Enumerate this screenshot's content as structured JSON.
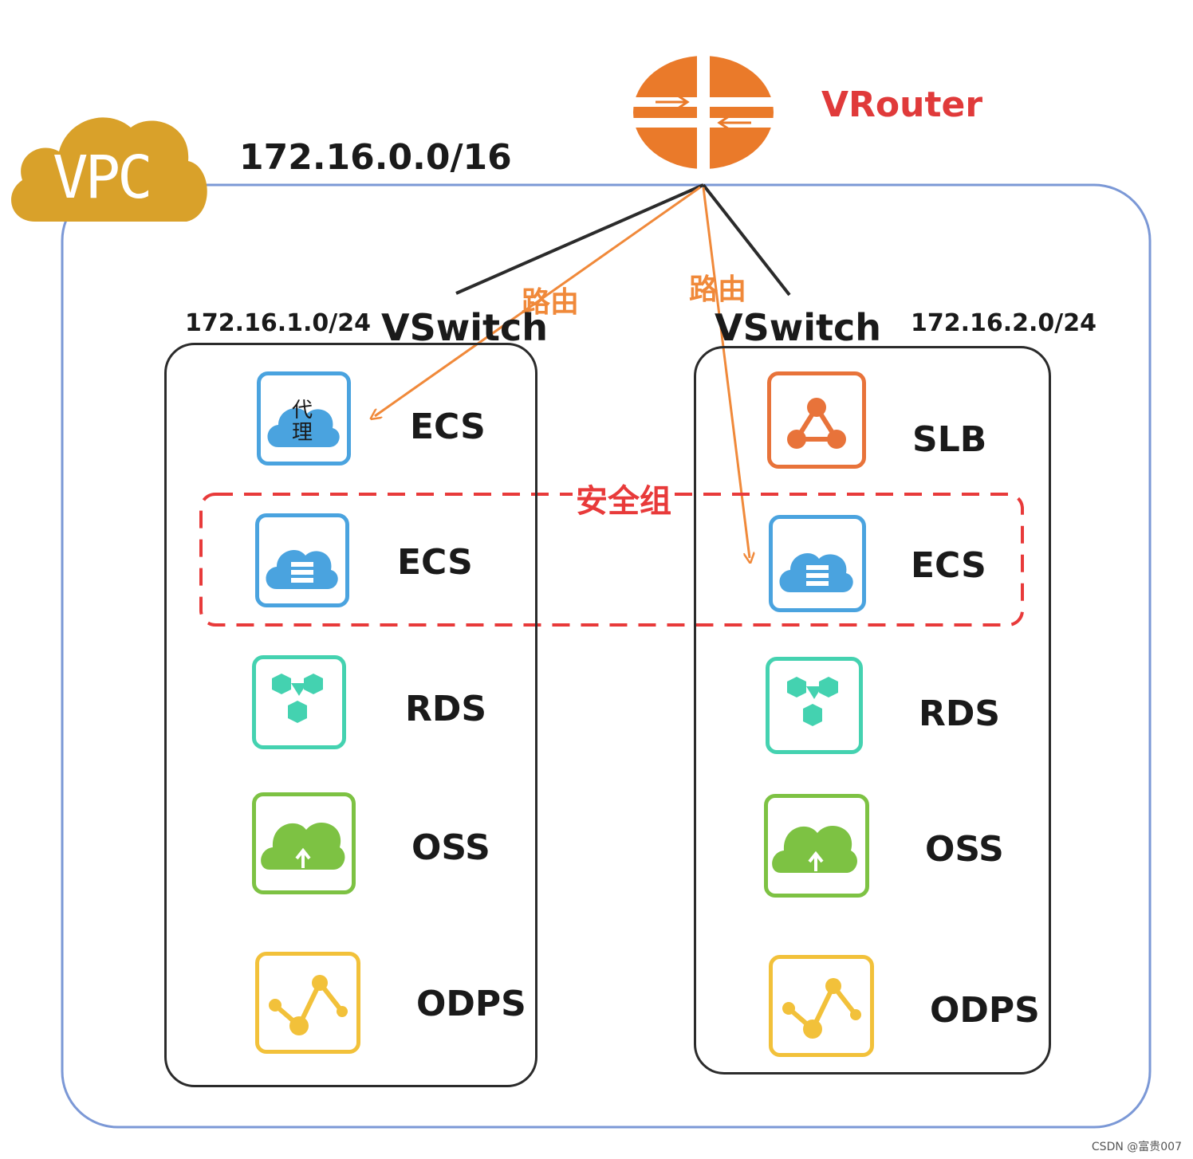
{
  "vpc": {
    "badge": "VPC",
    "cidr": "172.16.0.0/16",
    "cloud_color": "#d9a12a",
    "border_color": "#7b98d6"
  },
  "vrouter": {
    "label": "VRouter",
    "label_color": "#e03a3a",
    "icon_color": "#ea7a2a"
  },
  "route_label": "路由",
  "route_color": "#f0893a",
  "security_group": {
    "label": "安全组",
    "color": "#e83a3a"
  },
  "left_switch": {
    "title": "VSwitch",
    "cidr": "172.16.1.0/24",
    "items": [
      {
        "icon": "proxy-cloud-icon",
        "label": "ECS",
        "icon_text": "代理"
      },
      {
        "icon": "ecs-cloud-icon",
        "label": "ECS"
      },
      {
        "icon": "rds-hexagon-icon",
        "label": "RDS"
      },
      {
        "icon": "oss-cloud-upload-icon",
        "label": "OSS"
      },
      {
        "icon": "odps-chart-icon",
        "label": "ODPS"
      }
    ]
  },
  "right_switch": {
    "title": "VSwitch",
    "cidr": "172.16.2.0/24",
    "items": [
      {
        "icon": "slb-nodes-icon",
        "label": "SLB"
      },
      {
        "icon": "ecs-cloud-icon",
        "label": "ECS"
      },
      {
        "icon": "rds-hexagon-icon",
        "label": "RDS"
      },
      {
        "icon": "oss-cloud-upload-icon",
        "label": "OSS"
      },
      {
        "icon": "odps-chart-icon",
        "label": "ODPS"
      }
    ]
  },
  "colors": {
    "ecs": "#4aa3df",
    "slb": "#e8733a",
    "rds": "#44d2b0",
    "oss": "#7dc243",
    "odps": "#f2c13a"
  },
  "watermark": "CSDN @富贵007"
}
